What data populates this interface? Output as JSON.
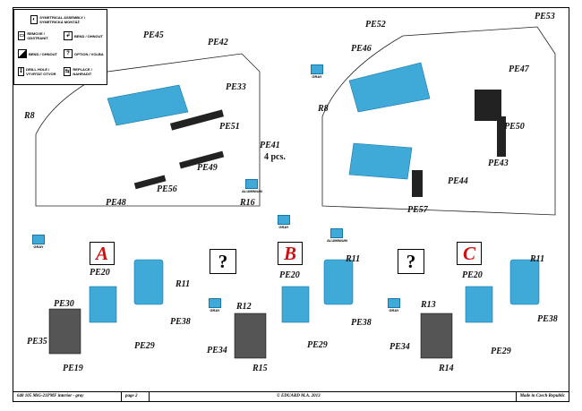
{
  "legend": [
    {
      "icon": "symmetrical-icon",
      "text": "SYMETRICAL ASSEMBLY / SYMETRICKÁ MONTÁŽ"
    },
    {
      "icon": "remove-icon",
      "text": "REMOVE / ODSTRANIT"
    },
    {
      "icon": "bend-icon",
      "text": "BEND / OHNOUT"
    },
    {
      "icon": "bend-corner-icon",
      "text": "BEND / OHNOUT"
    },
    {
      "icon": "option-icon",
      "text": "OPTION / VOLBA"
    },
    {
      "icon": "drill-icon",
      "text": "DRILL HOLE / VYVRTAT OTVOR"
    },
    {
      "icon": "replace-icon",
      "text": "REPLACE / NAHRADIT"
    }
  ],
  "top_left": {
    "labels": [
      "PE45",
      "PE42",
      "PE33",
      "R8",
      "PE51",
      "PE49",
      "PE56",
      "PE48"
    ]
  },
  "top_right": {
    "labels": [
      "PE52",
      "PE53",
      "PE46",
      "PE47",
      "R8",
      "PE50",
      "PE41",
      "4 pcs.",
      "PE43",
      "PE44",
      "R16",
      "PE57"
    ]
  },
  "paints": {
    "gray": "GRAY",
    "aluminium": "ALUMINIUM"
  },
  "options": {
    "a": {
      "letter": "A",
      "labels": [
        "PE20",
        "R11",
        "PE30",
        "PE38",
        "PE35",
        "PE29",
        "PE19"
      ]
    },
    "b": {
      "letter": "B",
      "labels": [
        "PE20",
        "R11",
        "R12",
        "PE38",
        "PE34",
        "PE29",
        "R15"
      ]
    },
    "c": {
      "letter": "C",
      "labels": [
        "PE20",
        "R11",
        "R13",
        "PE38",
        "PE34",
        "PE29",
        "R14"
      ]
    },
    "unknown": "?"
  },
  "footer": {
    "code": "648 105  MiG-21PMF interior - gray",
    "page": "page 2",
    "copyright": "© EDUARD  M.A. 2013",
    "made_in": "Made in Czech Republic"
  },
  "colors": {
    "part_blue": "#3fa9d8",
    "letter_red": "#d01010"
  }
}
